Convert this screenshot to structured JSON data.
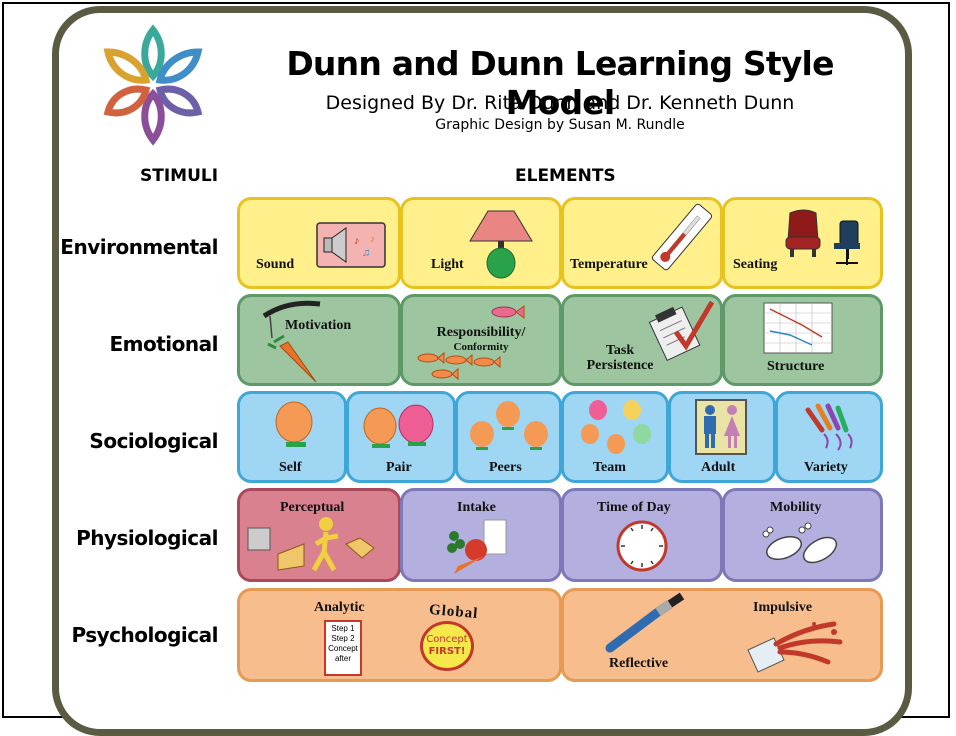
{
  "header": {
    "title": "Dunn and Dunn Learning Style Model",
    "subtitle": "Designed By Dr. Rita Dunn and Dr. Kenneth Dunn",
    "credit": "Graphic Design by Susan M. Rundle"
  },
  "columns": {
    "stimuli": "STIMULI",
    "elements": "ELEMENTS"
  },
  "rows": {
    "environmental": {
      "label": "Environmental",
      "elements": [
        "Sound",
        "Light",
        "Temperature",
        "Seating"
      ]
    },
    "emotional": {
      "label": "Emotional",
      "elements": [
        "Motivation",
        "Responsibility/",
        "Conformity",
        "Task",
        "Persistence",
        "Structure"
      ]
    },
    "sociological": {
      "label": "Sociological",
      "elements": [
        "Self",
        "Pair",
        "Peers",
        "Team",
        "Adult",
        "Variety"
      ]
    },
    "physiological": {
      "label": "Physiological",
      "elements": [
        "Perceptual",
        "Intake",
        "Time of Day",
        "Mobility"
      ]
    },
    "psychological": {
      "label": "Psychological",
      "elements": [
        "Analytic",
        "Global",
        "Reflective",
        "Impulsive"
      ]
    }
  },
  "analytic_card": {
    "lines": [
      "Step 1",
      "Step 2",
      "Concept",
      "after"
    ]
  },
  "global_badge": {
    "lines": [
      "Concept",
      "FIRST!"
    ]
  },
  "colors": {
    "environmental": "#fff08c",
    "emotional": "#9dc6a0",
    "sociological": "#9fd6f4",
    "physiological": "#b3b0df",
    "perceptual": "#d9818e",
    "psychological": "#f7bd8d",
    "frame": "#5b5b43"
  },
  "icons": [
    "logo-flower-icon",
    "speaker-icon",
    "lamp-icon",
    "thermometer-icon",
    "chairs-icon",
    "carrot-stick-icon",
    "fish-icon",
    "clipboard-check-icon",
    "chart-icon",
    "head-icon",
    "people-sign-icon",
    "crayons-icon",
    "senses-icon",
    "food-icon",
    "clock-icon",
    "footprints-icon",
    "paintbrush-icon",
    "spilled-cup-icon"
  ]
}
